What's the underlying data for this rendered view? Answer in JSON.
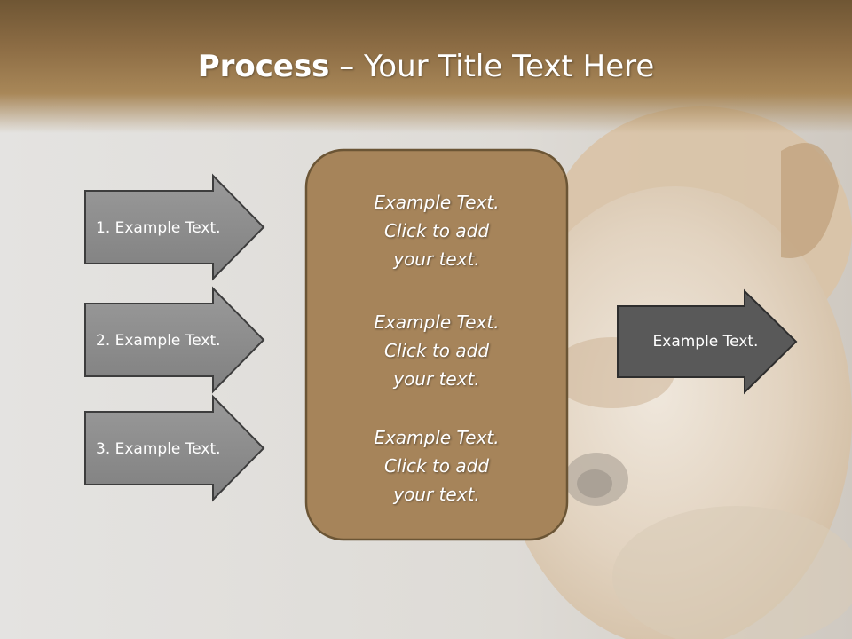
{
  "slide": {
    "title_bold": "Process",
    "title_rest": " – Your Title Text Here"
  },
  "inputs": [
    {
      "label": "1. Example Text."
    },
    {
      "label": "2. Example Text."
    },
    {
      "label": "3. Example Text."
    }
  ],
  "center_box": {
    "items": [
      {
        "line1": "Example Text.",
        "line2": "Click  to add",
        "line3": "your text."
      },
      {
        "line1": "Example Text.",
        "line2": "Click  to add",
        "line3": "your text."
      },
      {
        "line1": "Example Text.",
        "line2": "Click  to add",
        "line3": "your text."
      }
    ]
  },
  "output": {
    "label": "Example Text."
  },
  "colors": {
    "title_band": "#8c6c44",
    "center_box_fill": "#a6845a",
    "center_box_border": "#6b5535",
    "input_arrow_fill": "#8c8c8c",
    "output_arrow_fill": "#595959",
    "arrow_border": "#3d3d3d"
  }
}
